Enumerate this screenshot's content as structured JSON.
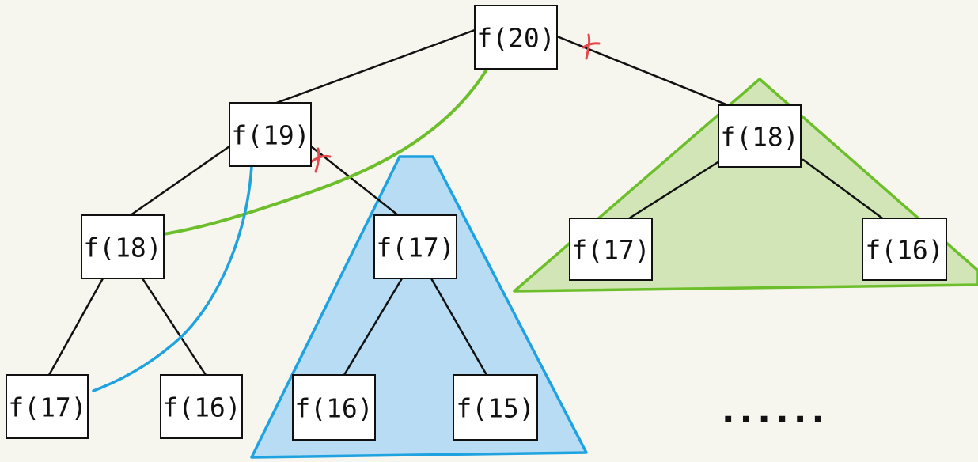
{
  "tree": {
    "nodes": {
      "root": "f(20)",
      "n19": "f(19)",
      "n18_right": "f(18)",
      "n18_left": "f(18)",
      "n17_mid": "f(17)",
      "n17_rl": "f(17)",
      "n16_rr": "f(16)",
      "n17_ll": "f(17)",
      "n16_lr": "f(16)",
      "n16_ml": "f(16)",
      "n15_mr": "f(15)"
    },
    "ellipsis": "......"
  },
  "colors": {
    "background": "#f6f5ee",
    "blue_region": "#b7dcf3",
    "blue_stroke": "#1fa2e0",
    "green_region": "#c8e1a9",
    "green_stroke": "#6cbf2a",
    "cut_mark": "#e5484d"
  }
}
